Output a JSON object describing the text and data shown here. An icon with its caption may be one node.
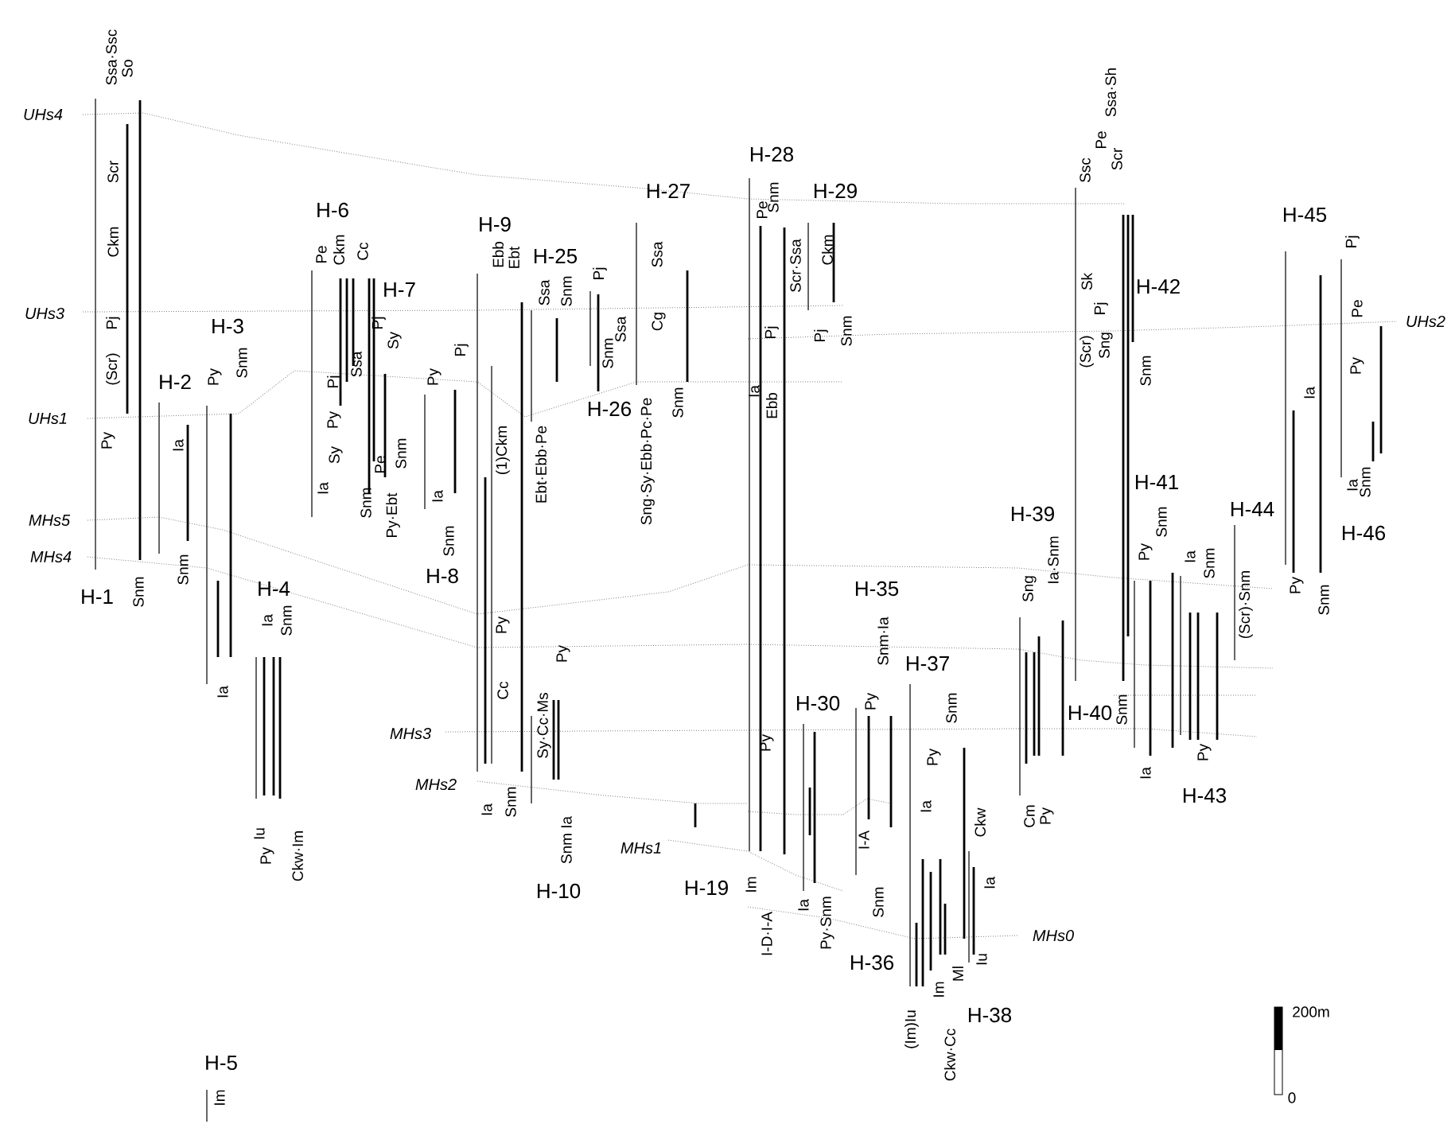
{
  "diagram": {
    "labels": [
      "UHs4",
      "UHs3",
      "UHs1",
      "MHs5",
      "MHs4",
      "H-1",
      "Ssa·Ssc",
      "So",
      "Scr",
      "Ckm",
      "Pj",
      "(Scr)",
      "Py",
      "Snm",
      "H-2",
      "Ia",
      "Snm",
      "H-3",
      "Py",
      "Snm",
      "Ia",
      "H-4",
      "Ia",
      "Snm",
      "Iu",
      "Py",
      "Ckw·Im",
      "H-5",
      "Im",
      "H-6",
      "Pe",
      "Ckm",
      "Cc",
      "H-7",
      "Pj",
      "Sy",
      "Pj",
      "Ssa",
      "Py",
      "Sy",
      "Ia",
      "Snm",
      "Pe",
      "Py·Ebt",
      "Snm",
      "Pj",
      "Py",
      "Ia",
      "Snm",
      "H-8",
      "H-9",
      "Ebb",
      "Ebt",
      "(1)Ckm",
      "Py",
      "Cc",
      "Ia",
      "Snm",
      "MHs3",
      "MHs2",
      "H-25",
      "Ssa",
      "Snm",
      "Pj",
      "Snm",
      "Ssa",
      "Ebt·Ebb·Pe",
      "H-26",
      "Sy·Cc·Ms",
      "Py",
      "Snm Ia",
      "H-10",
      "H-27",
      "Ssa",
      "Cg",
      "Sng·Sy·Ebb·Pc·Pe",
      "Snm",
      "H-28",
      "Pe",
      "Snm",
      "H-29",
      "Scr·Ssa",
      "Ckm",
      "Pj",
      "Snm",
      "Ia",
      "Pj",
      "Ebb",
      "Py",
      "MHs1",
      "H-19",
      "Im",
      "I-D·I-A",
      "H-30",
      "Ia",
      "Py·Snm",
      "H-35",
      "Snm·Ia",
      "Py",
      "I-A",
      "Snm",
      "H-37",
      "Ia",
      "Py",
      "Snm",
      "Ckw",
      "Ia",
      "Iu",
      "MHs0",
      "H-36",
      "(Im)Iu",
      "Im",
      "Ckw·Cc",
      "Ml",
      "H-38",
      "H-39",
      "Sng",
      "Ia·Snm",
      "Cm",
      "Py",
      "H-40",
      "Ssa·Sh",
      "Pe",
      "Ssc",
      "Scr",
      "Sk",
      "Pj",
      "(Scr)",
      "Sng",
      "H-42",
      "Snm",
      "H-41",
      "Py",
      "Snm",
      "Snm",
      "Ia",
      "Ia",
      "Snm",
      "Py",
      "H-43",
      "H-44",
      "(Scr)·Snm",
      "H-45",
      "Ia",
      "Py",
      "Snm",
      "Pj",
      "Pe",
      "Py",
      "Ia",
      "Snm",
      "H-46",
      "UHs2",
      "200m",
      "0"
    ]
  }
}
